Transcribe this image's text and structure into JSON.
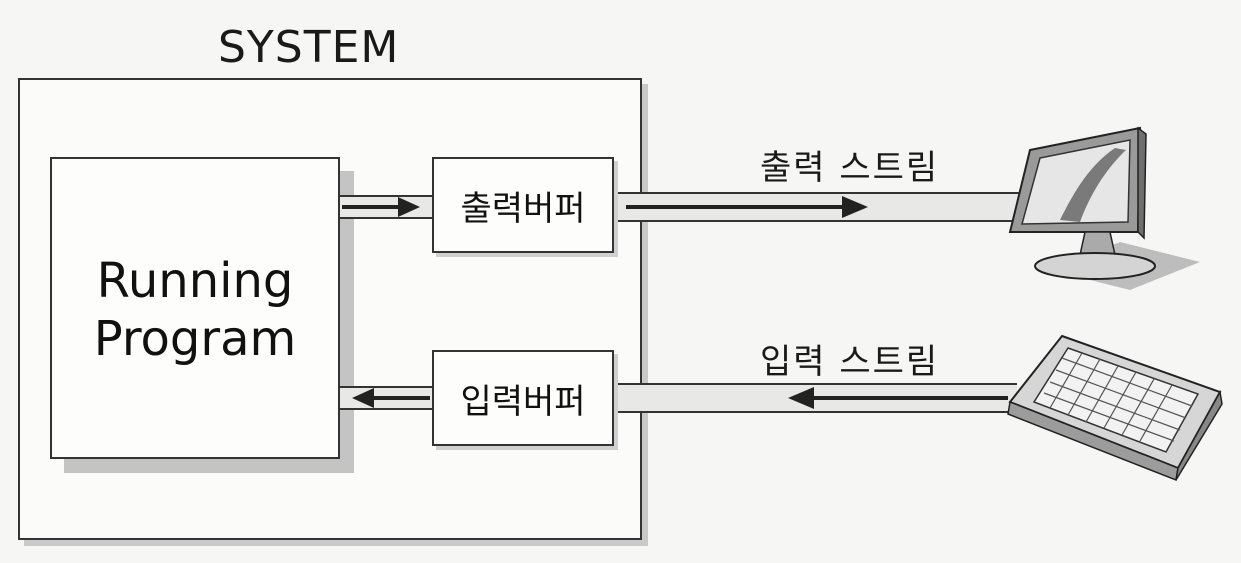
{
  "system": {
    "title": "SYSTEM"
  },
  "program": {
    "line1": "Running",
    "line2": "Program"
  },
  "buffers": {
    "output": "출력버퍼",
    "input": "입력버퍼"
  },
  "streams": {
    "output": "출력 스트림",
    "input": "입력 스트림"
  },
  "icons": {
    "monitor": "monitor-icon",
    "keyboard": "keyboard-icon"
  }
}
